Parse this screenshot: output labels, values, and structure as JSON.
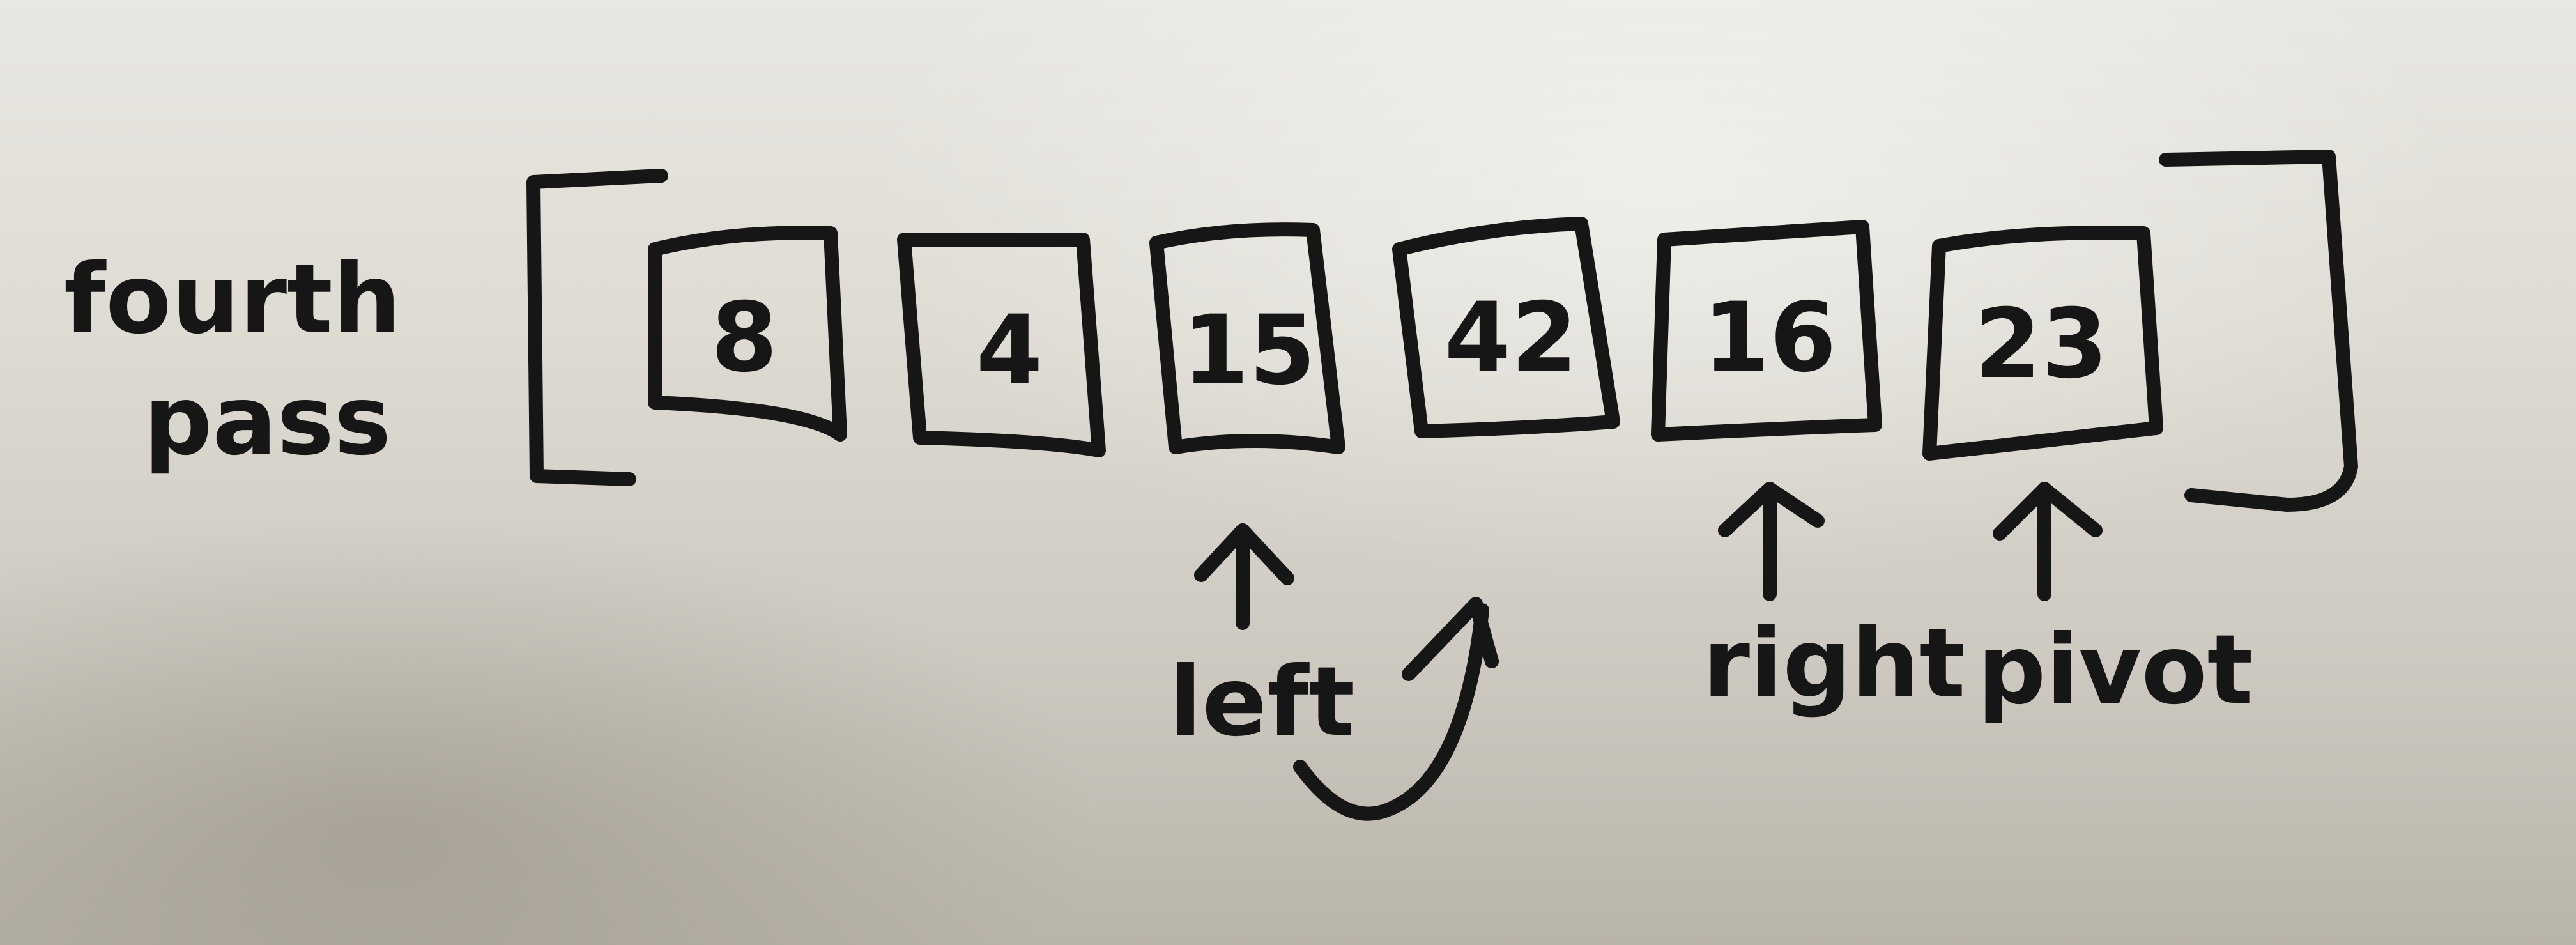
{
  "title": {
    "line1": "fourth",
    "line2": "pass"
  },
  "array": {
    "values": [
      "8",
      "4",
      "15",
      "42",
      "16",
      "23"
    ]
  },
  "pointers": {
    "left": "left",
    "right": "right",
    "pivot": "pivot"
  },
  "colors": {
    "ink": "#161616",
    "board": "#dedbd3"
  }
}
